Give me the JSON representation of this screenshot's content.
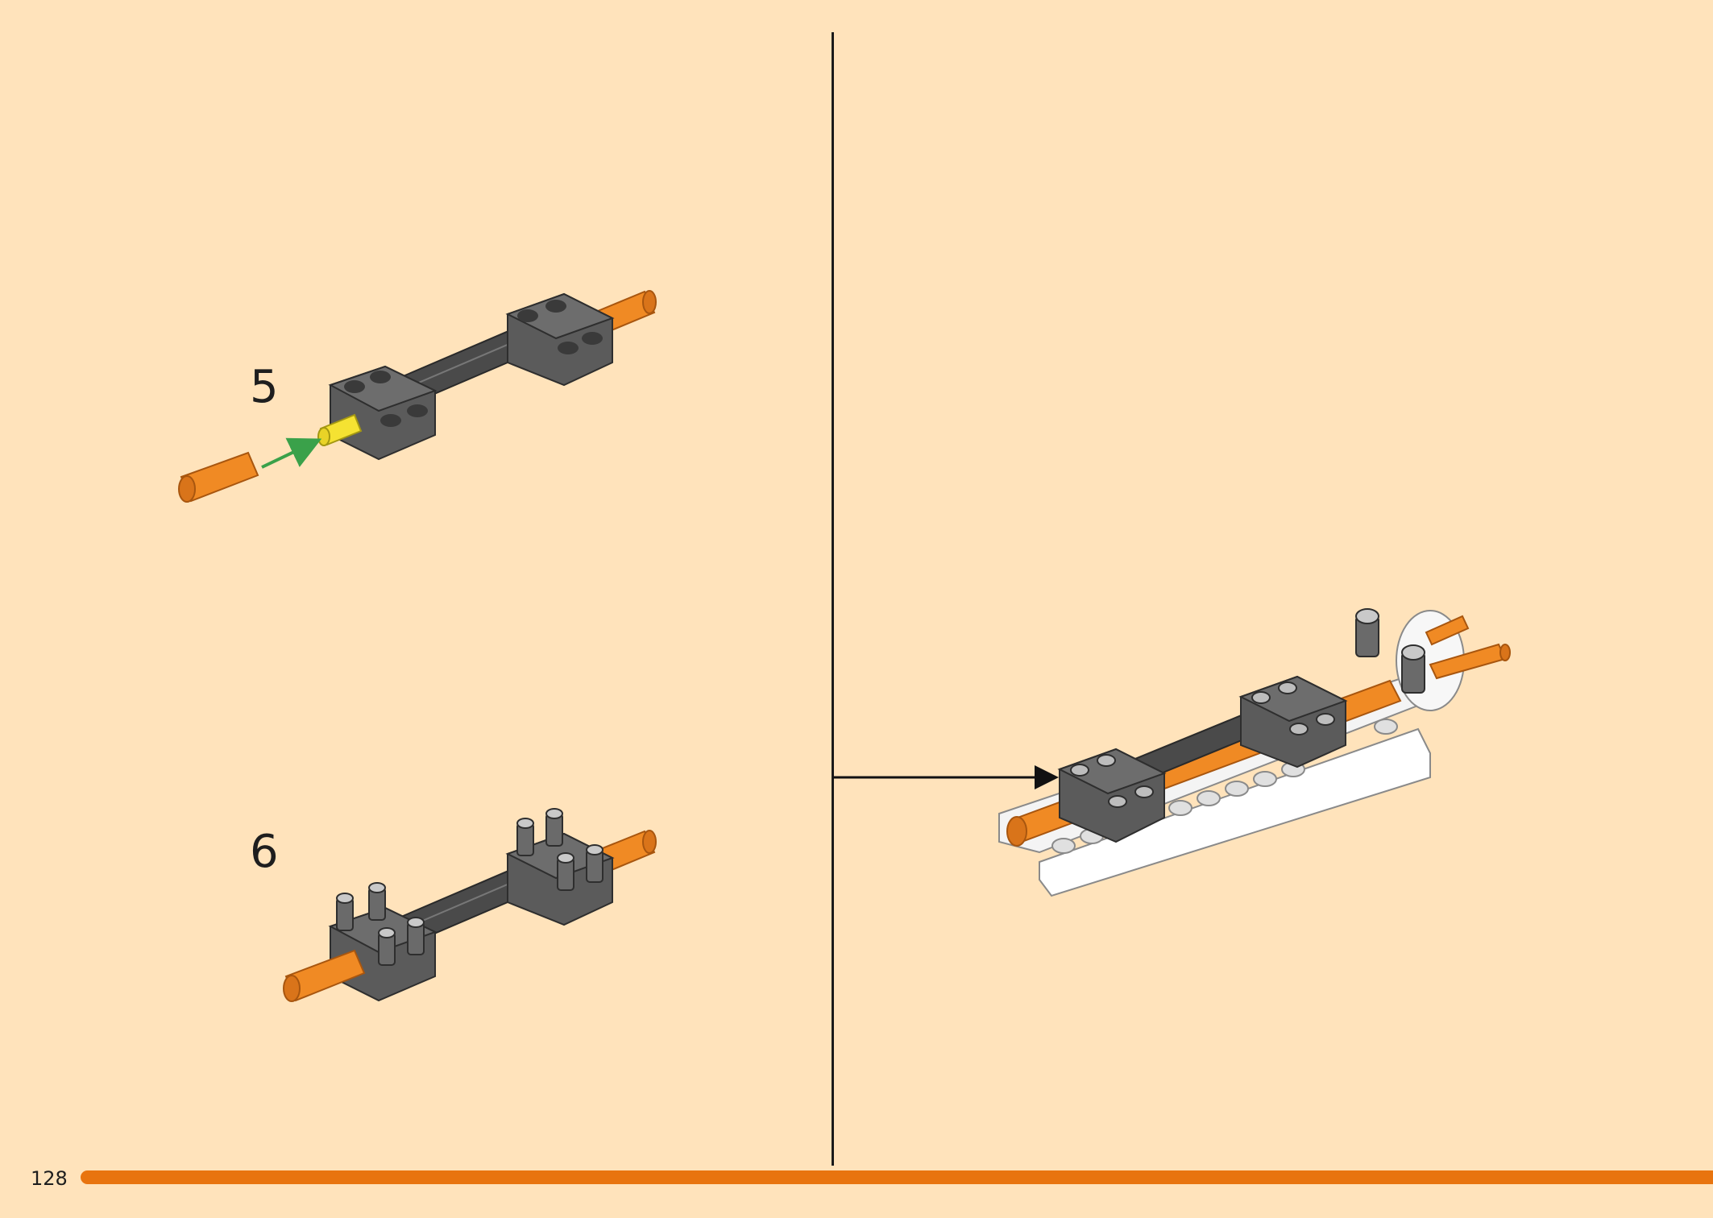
{
  "steps": [
    {
      "number": "5"
    },
    {
      "number": "6"
    }
  ],
  "page": {
    "number": "128"
  },
  "colors": {
    "background": "#ffe3bb",
    "accent": "#e8740f",
    "axle_orange": "#f08a24",
    "beam_gray": "#5b5b5b",
    "beam_white": "#ffffff",
    "pin_yellow": "#f5e232",
    "arrow_green": "#3aa14a"
  }
}
